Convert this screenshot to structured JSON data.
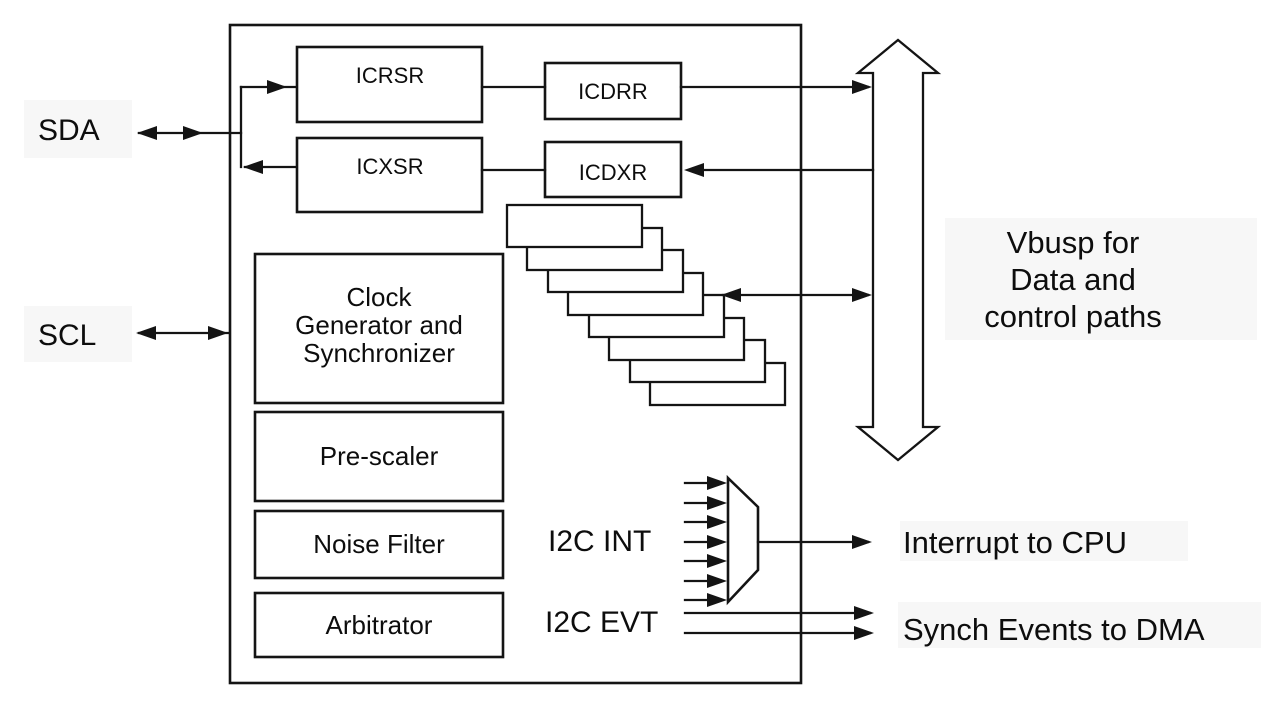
{
  "colors": {
    "background": "#ffffff",
    "line": "#141414",
    "box_fill": "#ffffff",
    "text": "#0d0d0d",
    "label_backdrop": "#f7f7f7"
  },
  "signals": {
    "sda": "SDA",
    "scl": "SCL",
    "i2c_int": "I2C INT",
    "i2c_evt": "I2C EVT"
  },
  "registers": {
    "icrsr": "ICRSR",
    "icdrr": "ICDRR",
    "icxsr": "ICXSR",
    "icdxr": "ICDXR"
  },
  "blocks": {
    "clock_generator": {
      "line1": "Clock",
      "line2": "Generator and",
      "line3": "Synchronizer"
    },
    "prescaler": "Pre-scaler",
    "noise_filter": "Noise Filter",
    "arbitrator": "Arbitrator"
  },
  "bus": {
    "label_line1": "Vbusp for",
    "label_line2": "Data and",
    "label_line3": "control paths"
  },
  "outputs": {
    "interrupt": "Interrupt to CPU",
    "dma": "Synch Events to DMA"
  },
  "structure": {
    "register_stack_count": 8,
    "interrupt_mux_input_count": 7
  }
}
